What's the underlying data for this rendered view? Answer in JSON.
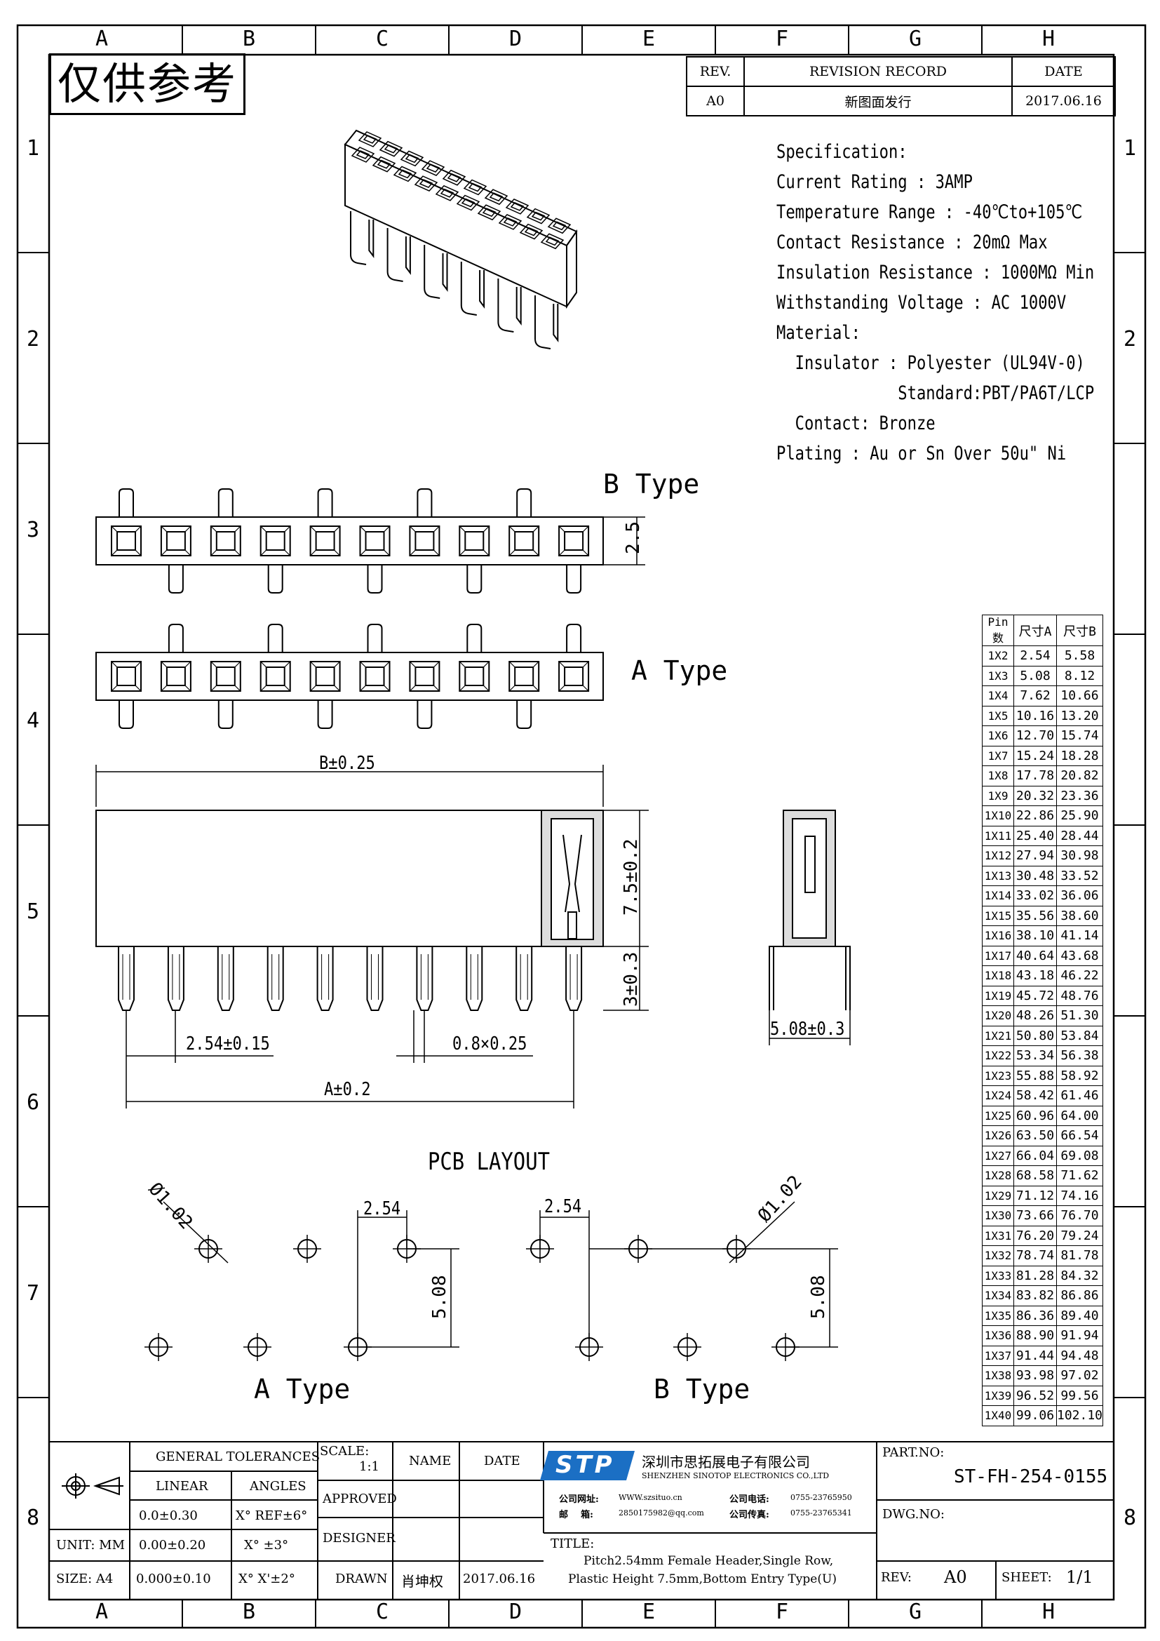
{
  "frame": {
    "columns": [
      "A",
      "B",
      "C",
      "D",
      "E",
      "F",
      "G",
      "H"
    ],
    "rows": [
      "1",
      "2",
      "3",
      "4",
      "5",
      "6",
      "7",
      "8"
    ]
  },
  "stamp": "仅供参考",
  "revision": {
    "header_rev": "REV.",
    "header_record": "REVISION RECORD",
    "header_date": "DATE",
    "rev": "A0",
    "record": "新图面发行",
    "date": "2017.06.16"
  },
  "specification": {
    "title": "Specification:",
    "lines": [
      "Current Rating : 3AMP",
      "Temperature Range : -40℃to+105℃",
      "Contact Resistance : 20mΩ Max",
      "Insulation Resistance : 1000MΩ Min",
      "Withstanding Voltage : AC 1000V",
      "Material:",
      "  Insulator : Polyester (UL94V-0)",
      "             Standard:PBT/PA6T/LCP",
      "  Contact: Bronze",
      "Plating : Au or Sn Over 50u\" Ni"
    ]
  },
  "views": {
    "b_type_label": "B Type",
    "a_type_label": "A Type",
    "height_2_5": "2.5",
    "dim_b": "B±0.25",
    "dim_height": "7.5±0.2",
    "dim_tail": "3±0.3",
    "dim_pitch": "2.54±0.15",
    "dim_pin": "0.8×0.25",
    "dim_a": "A±0.2",
    "dim_side": "5.08±0.3"
  },
  "pcb": {
    "title": "PCB LAYOUT",
    "hole": "Ø1.02",
    "pitch": "2.54",
    "row_spacing": "5.08",
    "a_type": "A Type",
    "b_type": "B Type"
  },
  "pin_table": {
    "headers": [
      "Pin数",
      "尺寸A",
      "尺寸B"
    ],
    "rows": [
      [
        "1X2",
        "2.54",
        "5.58"
      ],
      [
        "1X3",
        "5.08",
        "8.12"
      ],
      [
        "1X4",
        "7.62",
        "10.66"
      ],
      [
        "1X5",
        "10.16",
        "13.20"
      ],
      [
        "1X6",
        "12.70",
        "15.74"
      ],
      [
        "1X7",
        "15.24",
        "18.28"
      ],
      [
        "1X8",
        "17.78",
        "20.82"
      ],
      [
        "1X9",
        "20.32",
        "23.36"
      ],
      [
        "1X10",
        "22.86",
        "25.90"
      ],
      [
        "1X11",
        "25.40",
        "28.44"
      ],
      [
        "1X12",
        "27.94",
        "30.98"
      ],
      [
        "1X13",
        "30.48",
        "33.52"
      ],
      [
        "1X14",
        "33.02",
        "36.06"
      ],
      [
        "1X15",
        "35.56",
        "38.60"
      ],
      [
        "1X16",
        "38.10",
        "41.14"
      ],
      [
        "1X17",
        "40.64",
        "43.68"
      ],
      [
        "1X18",
        "43.18",
        "46.22"
      ],
      [
        "1X19",
        "45.72",
        "48.76"
      ],
      [
        "1X20",
        "48.26",
        "51.30"
      ],
      [
        "1X21",
        "50.80",
        "53.84"
      ],
      [
        "1X22",
        "53.34",
        "56.38"
      ],
      [
        "1X23",
        "55.88",
        "58.92"
      ],
      [
        "1X24",
        "58.42",
        "61.46"
      ],
      [
        "1X25",
        "60.96",
        "64.00"
      ],
      [
        "1X26",
        "63.50",
        "66.54"
      ],
      [
        "1X27",
        "66.04",
        "69.08"
      ],
      [
        "1X28",
        "68.58",
        "71.62"
      ],
      [
        "1X29",
        "71.12",
        "74.16"
      ],
      [
        "1X30",
        "73.66",
        "76.70"
      ],
      [
        "1X31",
        "76.20",
        "79.24"
      ],
      [
        "1X32",
        "78.74",
        "81.78"
      ],
      [
        "1X33",
        "81.28",
        "84.32"
      ],
      [
        "1X34",
        "83.82",
        "86.86"
      ],
      [
        "1X35",
        "86.36",
        "89.40"
      ],
      [
        "1X36",
        "88.90",
        "91.94"
      ],
      [
        "1X37",
        "91.44",
        "94.48"
      ],
      [
        "1X38",
        "93.98",
        "97.02"
      ],
      [
        "1X39",
        "96.52",
        "99.56"
      ],
      [
        "1X40",
        "99.06",
        "102.10"
      ]
    ]
  },
  "title_block": {
    "general_tolerances": "GENERAL TOLERANCES",
    "linear": "LINEAR",
    "angles": "ANGLES",
    "lin1": "0.0±0.30",
    "ang1": "X° REF±6°",
    "unit_label": "UNIT: MM",
    "lin2": "0.00±0.20",
    "ang2": "X° ±3°",
    "size_label": "SIZE: A4",
    "lin3": "0.000±0.10",
    "ang3": "X° X'±2°",
    "scale_label": "SCALE:",
    "scale_value": "1:1",
    "name": "NAME",
    "date": "DATE",
    "approved": "APPROVED",
    "designer": "DESIGNER",
    "drawn": "DRAWN",
    "drawn_name": "肖坤权",
    "drawn_date": "2017.06.16",
    "logo": "STP",
    "company_cn": "深圳市思拓展电子有限公司",
    "company_en": "SHENZHEN SINOTOP ELECTRONICS CO.,LTD",
    "web_label": "公司网址:",
    "web": "WWW.szsituo.cn",
    "phone_label": "公司电话:",
    "phone": "0755-23765950",
    "mail_label": "邮    箱:",
    "mail": "2850175982@qq.com",
    "fax_label": "公司传真:",
    "fax": "0755-23765341",
    "title_label": "TITLE:",
    "title_line1": "Pitch2.54mm Female Header,Single Row,",
    "title_line2": "Plastic Height 7.5mm,Bottom Entry Type(U)",
    "part_no_label": "PART.NO:",
    "part_no": "ST-FH-254-0155",
    "dwg_no_label": "DWG.NO:",
    "rev_label": "REV:",
    "rev_value": "A0",
    "sheet_label": "SHEET:",
    "sheet_value": "1/1"
  }
}
